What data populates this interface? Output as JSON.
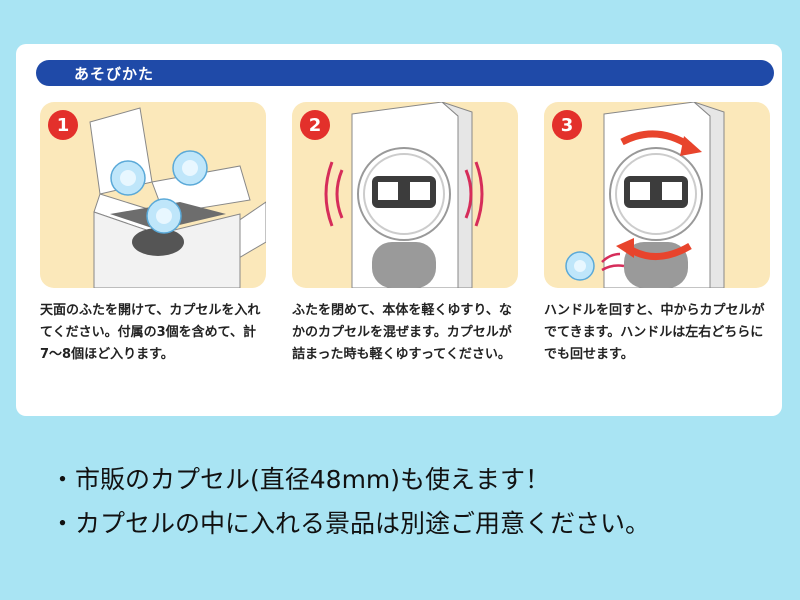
{
  "header": {
    "title": "あそびかた"
  },
  "steps": [
    {
      "number": "1",
      "text": "天面のふたを開けて、カプセルを入れてください。付属の3個を含めて、計7〜8個ほど入ります。"
    },
    {
      "number": "2",
      "text": "ふたを閉めて、本体を軽くゆすり、なかのカプセルを混ぜます。カプセルが詰まった時も軽くゆすってください。"
    },
    {
      "number": "3",
      "text": "ハンドルを回すと、中からカプセルがでてきます。ハンドルは左右どちらにでも回せます。"
    }
  ],
  "notes": [
    "・市販のカプセル(直径48mm)も使えます！",
    "・カプセルの中に入れる景品は別途ご用意ください。"
  ],
  "colors": {
    "background": "#a9e4f3",
    "banner": "#1f4aa8",
    "step_number": "#e3302b",
    "panel": "#fbe8ba",
    "motion_lines": "#d62d5a",
    "arrow": "#e8442c"
  }
}
